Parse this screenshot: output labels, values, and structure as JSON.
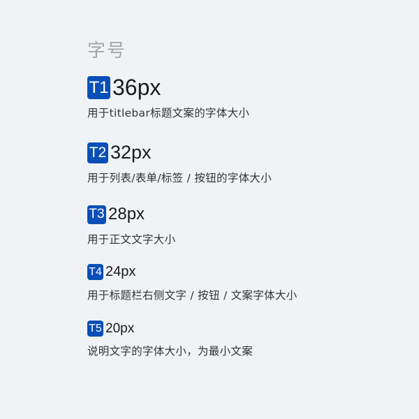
{
  "heading": "字号",
  "badge_color": "#0a4fb8",
  "items": [
    {
      "tag": "T1",
      "size": "36px",
      "description": "用于titlebar标题文案的字体大小"
    },
    {
      "tag": "T2",
      "size": "32px",
      "description": "用于列表/表单/标签 / 按钮的字体大小"
    },
    {
      "tag": "T3",
      "size": "28px",
      "description": "用于正文文字大小"
    },
    {
      "tag": "T4",
      "size": "24px",
      "description": "用于标题栏右侧文字 / 按钮 / 文案字体大小"
    },
    {
      "tag": "T5",
      "size": "20px",
      "description": "说明文字的字体大小，为最小文案"
    }
  ]
}
